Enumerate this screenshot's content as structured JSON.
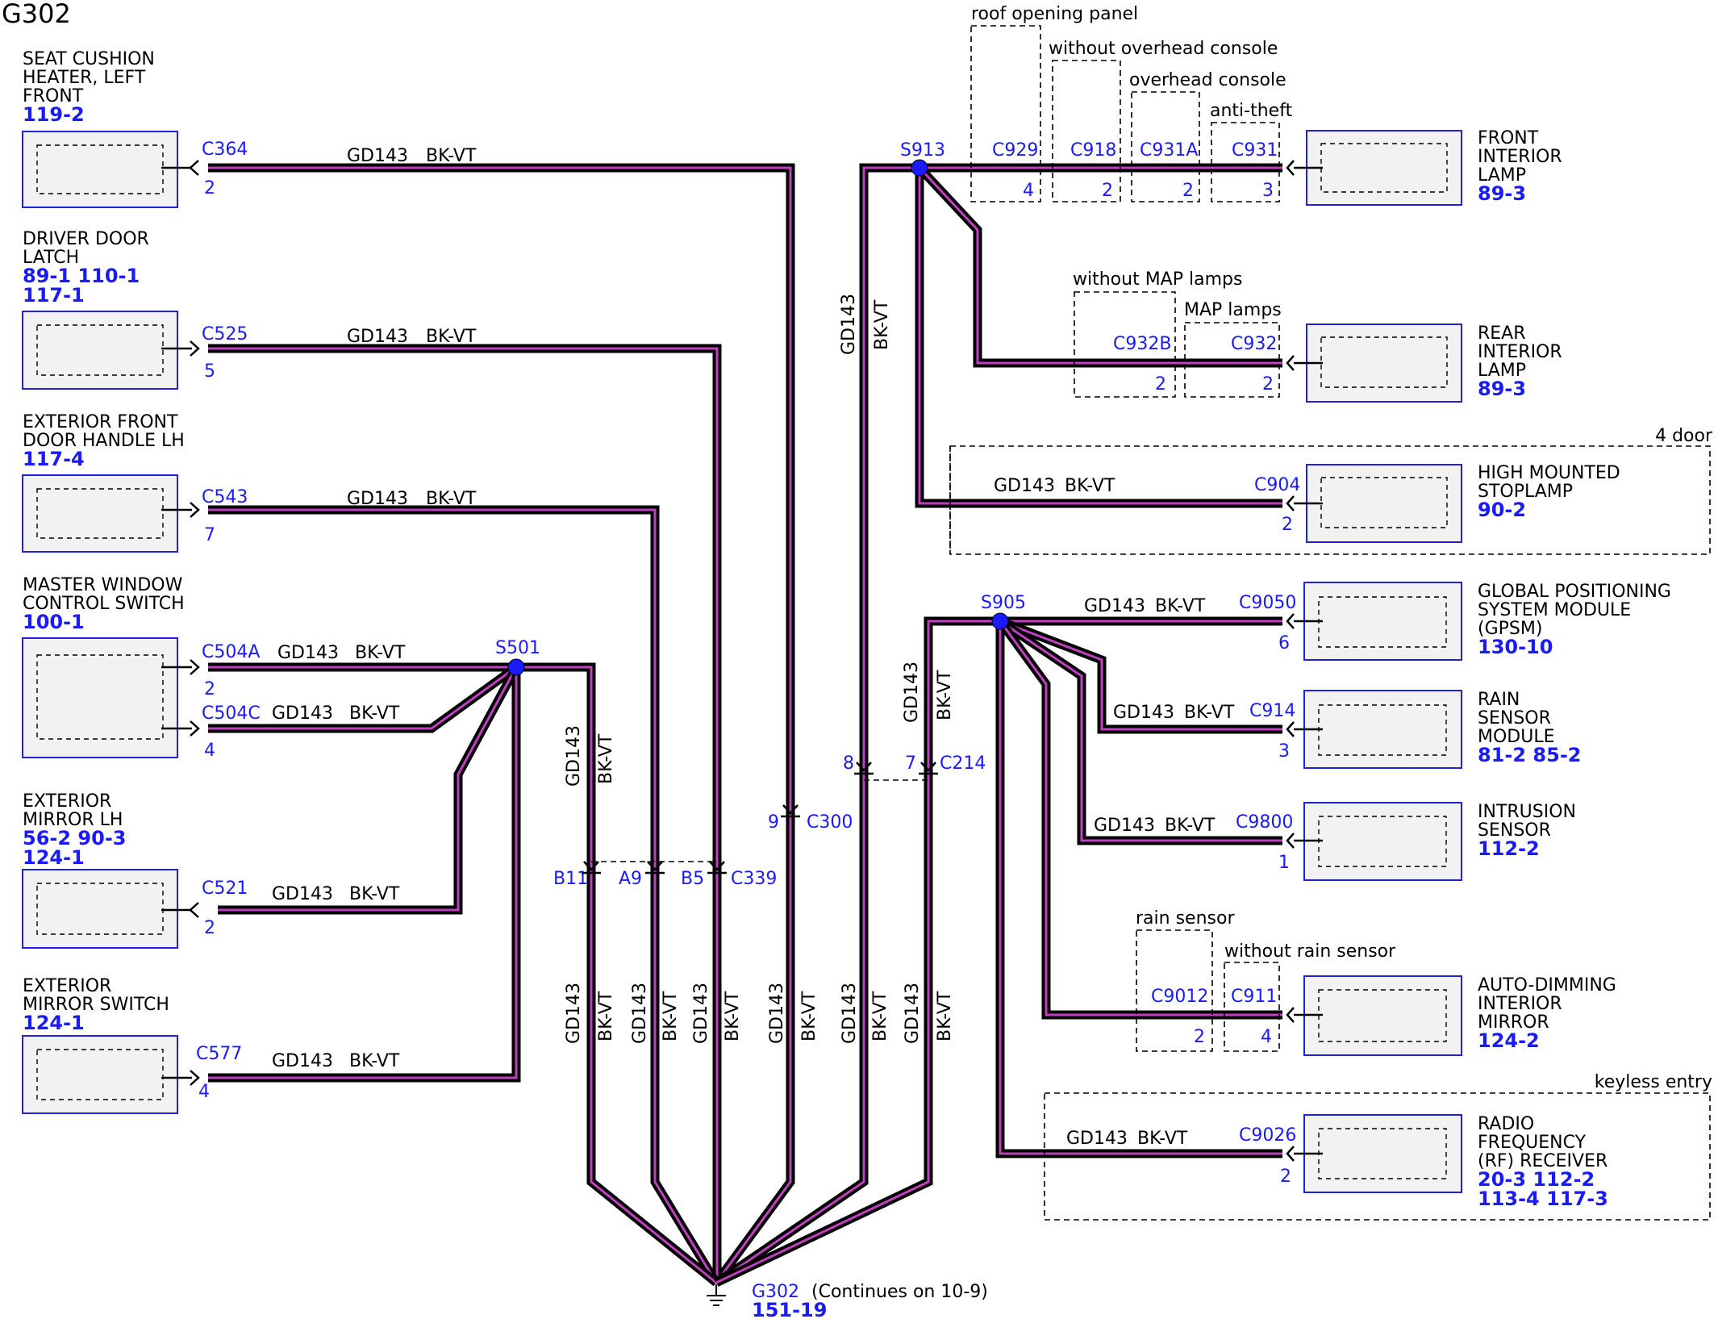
{
  "title": "G302",
  "wire": {
    "circuit": "GD143",
    "color": "BK-VT"
  },
  "left_components": [
    {
      "name": [
        "SEAT CUSHION",
        "HEATER, LEFT",
        "FRONT"
      ],
      "refs": [
        "119-2"
      ],
      "connector": "C364",
      "pin": "2"
    },
    {
      "name": [
        "DRIVER DOOR",
        "LATCH"
      ],
      "refs": [
        "89-1  110-1",
        "117-1"
      ],
      "connector": "C525",
      "pin": "5"
    },
    {
      "name": [
        "EXTERIOR FRONT",
        "DOOR HANDLE LH"
      ],
      "refs": [
        "117-4"
      ],
      "connector": "C543",
      "pin": "7"
    },
    {
      "name": [
        "MASTER WINDOW",
        "CONTROL SWITCH"
      ],
      "refs": [
        "100-1"
      ],
      "connectors": [
        {
          "id": "C504A",
          "pin": "2"
        },
        {
          "id": "C504C",
          "pin": "4"
        }
      ]
    },
    {
      "name": [
        "EXTERIOR",
        "MIRROR LH"
      ],
      "refs": [
        "56-2  90-3",
        "124-1"
      ],
      "connector": "C521",
      "pin": "2"
    },
    {
      "name": [
        "EXTERIOR",
        "MIRROR SWITCH"
      ],
      "refs": [
        "124-1"
      ],
      "connector": "C577",
      "pin": "4"
    }
  ],
  "right_components": [
    {
      "name": [
        "FRONT",
        "INTERIOR",
        "LAMP"
      ],
      "refs": [
        "89-3"
      ],
      "connector": "C931",
      "pin": "3"
    },
    {
      "name": [
        "REAR",
        "INTERIOR",
        "LAMP"
      ],
      "refs": [
        "89-3"
      ],
      "connector": "C932",
      "pin": "2"
    },
    {
      "name": [
        "HIGH MOUNTED",
        "STOPLAMP"
      ],
      "refs": [
        "90-2"
      ],
      "connector": "C904",
      "pin": "2"
    },
    {
      "name": [
        "GLOBAL POSITIONING",
        "SYSTEM MODULE",
        "(GPSM)"
      ],
      "refs": [
        "130-10"
      ],
      "connector": "C9050",
      "pin": "6"
    },
    {
      "name": [
        "RAIN",
        "SENSOR",
        "MODULE"
      ],
      "refs": [
        "81-2  85-2"
      ],
      "connector": "C914",
      "pin": "3"
    },
    {
      "name": [
        "INTRUSION",
        "SENSOR"
      ],
      "refs": [
        "112-2"
      ],
      "connector": "C9800",
      "pin": "1"
    },
    {
      "name": [
        "AUTO-DIMMING",
        "INTERIOR",
        "MIRROR"
      ],
      "refs": [
        "124-2"
      ],
      "connector": "C911",
      "pin": "4"
    },
    {
      "name": [
        "RADIO",
        "FREQUENCY",
        "(RF) RECEIVER"
      ],
      "refs": [
        "20-3  112-2",
        "113-4 117-3"
      ],
      "connector": "C9026",
      "pin": "2"
    }
  ],
  "splices": [
    "S501",
    "S913",
    "S905"
  ],
  "inline_connectors": [
    {
      "id": "C339",
      "pins": [
        "B11",
        "A9",
        "B5"
      ]
    },
    {
      "id": "C300",
      "pins": [
        "9"
      ]
    },
    {
      "id": "C214",
      "pins": [
        "8",
        "7"
      ]
    }
  ],
  "alt_connectors": [
    {
      "id": "C929",
      "pin": "4",
      "option": "roof opening panel"
    },
    {
      "id": "C918",
      "pin": "2",
      "option": "without overhead console"
    },
    {
      "id": "C931A",
      "pin": "2",
      "option": "overhead console"
    },
    {
      "id": "C931",
      "pin": "3",
      "option": "anti-theft"
    },
    {
      "id": "C932B",
      "pin": "2",
      "option": "without MAP lamps"
    },
    {
      "id": "C932",
      "pin": "2",
      "option": "MAP lamps"
    },
    {
      "id": "C9012",
      "pin": "2",
      "option": "rain sensor"
    },
    {
      "id": "C911",
      "pin": "4",
      "option": "without rain sensor"
    }
  ],
  "option_regions": [
    "4 door",
    "keyless entry"
  ],
  "ground": {
    "id": "G302",
    "ref": "151-19",
    "note": "(Continues on 10-9)"
  }
}
